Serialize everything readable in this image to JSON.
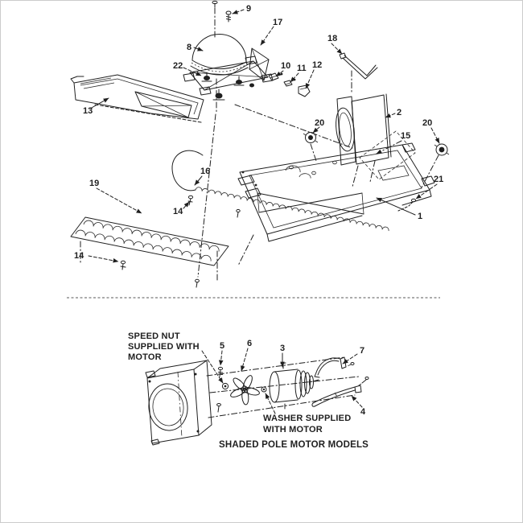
{
  "figure": {
    "background": "#ffffff",
    "ink": "#1f1f1f",
    "frame_color": "#cccccc"
  },
  "callouts": {
    "c1": "1",
    "c2": "2",
    "c3": "3",
    "c4": "4",
    "c5": "5",
    "c6": "6",
    "c7": "7",
    "c8": "8",
    "c9": "9",
    "c10": "10",
    "c11": "11",
    "c12": "12",
    "c13": "13",
    "c14a": "14",
    "c14b": "14",
    "c15": "15",
    "c16": "16",
    "c17": "17",
    "c18": "18",
    "c19": "19",
    "c20a": "20",
    "c20b": "20",
    "c21": "21",
    "c22": "22"
  },
  "notes": {
    "speed_nut": [
      "SPEED NUT",
      "SUPPLIED WITH",
      "MOTOR"
    ],
    "washer": [
      "WASHER SUPPLIED",
      "WITH MOTOR"
    ],
    "caption": "SHADED POLE MOTOR MODELS"
  }
}
